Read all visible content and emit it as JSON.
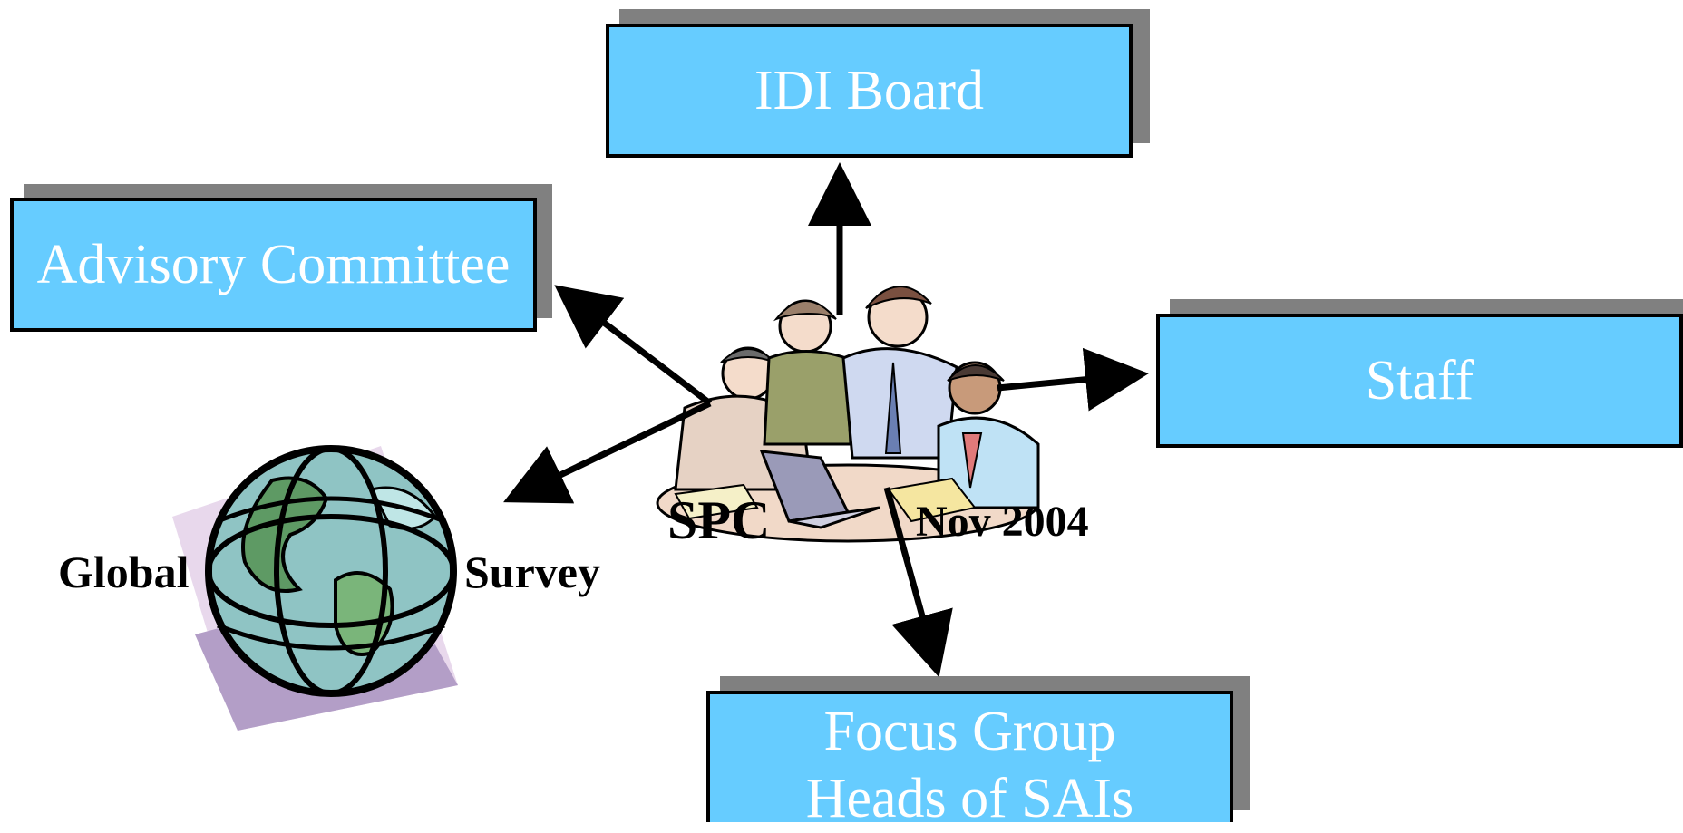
{
  "nodes": {
    "idi_board": "IDI Board",
    "advisory": "Advisory Committee",
    "staff": "Staff",
    "focus_line1": "Focus Group",
    "focus_line2": "Heads of SAIs"
  },
  "labels": {
    "global": "Global",
    "survey": "Survey",
    "spc": "SPC",
    "date": "Nov 2004"
  },
  "colors": {
    "box_fill": "#66ccff",
    "shadow": "#808080",
    "border": "#000000",
    "text_on_box": "#ffffff"
  },
  "icons": {
    "center": "people-meeting-laptop-icon",
    "globe": "globe-icon"
  }
}
